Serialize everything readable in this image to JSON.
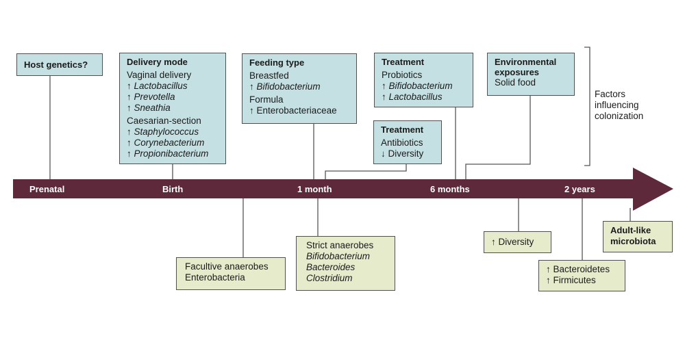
{
  "timeline": {
    "labels": [
      "Prenatal",
      "Birth",
      "1 month",
      "6 months",
      "2 years"
    ]
  },
  "factors": {
    "host": {
      "title": "Host genetics?"
    },
    "delivery": {
      "title": "Delivery mode",
      "vaginal": "Vaginal delivery",
      "vaginal_items": [
        "Lactobacillus",
        "Prevotella",
        "Sneathia"
      ],
      "caesarian": "Caesarian-section",
      "caesarian_items": [
        "Staphylococcus",
        "Corynebacterium",
        "Propionibacterium"
      ]
    },
    "feeding": {
      "title": "Feeding type",
      "breastfed": "Breastfed",
      "breastfed_item": "Bifidobacterium",
      "formula": "Formula",
      "formula_item": "Enterobacteriaceae"
    },
    "treatment_probiotics": {
      "title": "Treatment",
      "probiotics": "Probiotics",
      "items": [
        "Bifidobacterium",
        "Lactobacillus"
      ]
    },
    "treatment_antibiotics": {
      "title": "Treatment",
      "antibiotics": "Antibiotics",
      "item": "Diversity"
    },
    "environment": {
      "title_line1": "Environmental",
      "title_line2": "exposures",
      "item": "Solid food"
    },
    "side_label": [
      "Factors",
      "influencing",
      "colonization"
    ]
  },
  "outcomes": {
    "birth": [
      "Facultive anaerobes",
      "Enterobacteria"
    ],
    "month1": {
      "title": "Strict anaerobes",
      "items": [
        "Bifidobacterium",
        "Bacteroides",
        "Clostridium"
      ]
    },
    "diversity": "Diversity",
    "years2": [
      "Bacteroidetes",
      "Firmicutes"
    ],
    "adult": [
      "Adult-like",
      "microbiota"
    ]
  },
  "symbols": {
    "up": "↑",
    "down": "↓"
  },
  "colors": {
    "arrow": "#5e2a3b",
    "factor_box": "#c5e0e3",
    "outcome_box": "#e6ebcc",
    "connector": "#555555"
  }
}
